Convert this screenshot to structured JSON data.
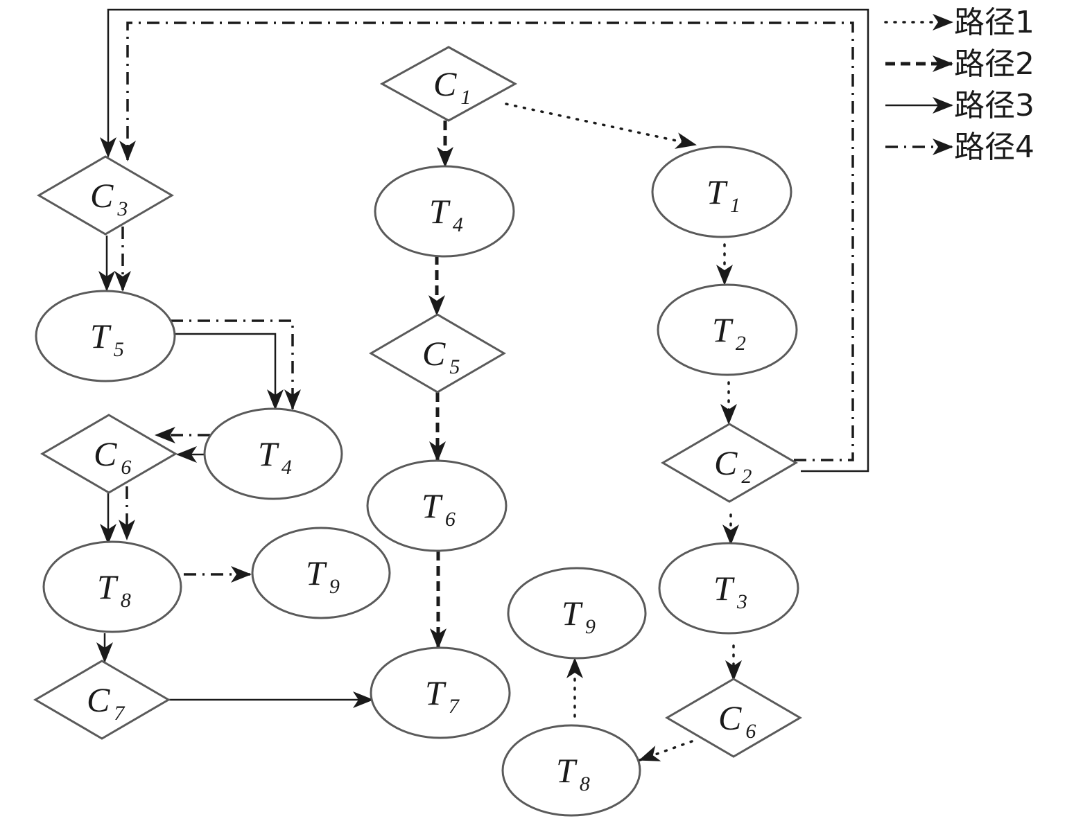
{
  "legend": [
    {
      "id": "p1",
      "label": "路径1",
      "style": "dotted"
    },
    {
      "id": "p2",
      "label": "路径2",
      "style": "dashed"
    },
    {
      "id": "p3",
      "label": "路径3",
      "style": "solid"
    },
    {
      "id": "p4",
      "label": "路径4",
      "style": "dashdot"
    }
  ],
  "nodes": [
    {
      "id": "C1",
      "shape": "diamond",
      "letter": "C",
      "sub": "1"
    },
    {
      "id": "T4b",
      "shape": "ellipse",
      "letter": "T",
      "sub": "4"
    },
    {
      "id": "C5",
      "shape": "diamond",
      "letter": "C",
      "sub": "5"
    },
    {
      "id": "T6",
      "shape": "ellipse",
      "letter": "T",
      "sub": "6"
    },
    {
      "id": "T7",
      "shape": "ellipse",
      "letter": "T",
      "sub": "7"
    },
    {
      "id": "T1",
      "shape": "ellipse",
      "letter": "T",
      "sub": "1"
    },
    {
      "id": "T2",
      "shape": "ellipse",
      "letter": "T",
      "sub": "2"
    },
    {
      "id": "C2",
      "shape": "diamond",
      "letter": "C",
      "sub": "2"
    },
    {
      "id": "T3",
      "shape": "ellipse",
      "letter": "T",
      "sub": "3"
    },
    {
      "id": "C6b",
      "shape": "diamond",
      "letter": "C",
      "sub": "6"
    },
    {
      "id": "T8b",
      "shape": "ellipse",
      "letter": "T",
      "sub": "8"
    },
    {
      "id": "T9b",
      "shape": "ellipse",
      "letter": "T",
      "sub": "9"
    },
    {
      "id": "C3",
      "shape": "diamond",
      "letter": "C",
      "sub": "3"
    },
    {
      "id": "T5",
      "shape": "ellipse",
      "letter": "T",
      "sub": "5"
    },
    {
      "id": "T4a",
      "shape": "ellipse",
      "letter": "T",
      "sub": "4"
    },
    {
      "id": "C6a",
      "shape": "diamond",
      "letter": "C",
      "sub": "6"
    },
    {
      "id": "T8a",
      "shape": "ellipse",
      "letter": "T",
      "sub": "8"
    },
    {
      "id": "T9a",
      "shape": "ellipse",
      "letter": "T",
      "sub": "9"
    },
    {
      "id": "C7",
      "shape": "diamond",
      "letter": "C",
      "sub": "7"
    }
  ],
  "edges": [
    {
      "id": "C1-T1",
      "path": "p1"
    },
    {
      "id": "T1-T2",
      "path": "p1"
    },
    {
      "id": "T2-C2",
      "path": "p1"
    },
    {
      "id": "C2-T3",
      "path": "p1"
    },
    {
      "id": "T3-C6b",
      "path": "p1"
    },
    {
      "id": "C6b-T8b",
      "path": "p1"
    },
    {
      "id": "T8b-T9b",
      "path": "p1"
    },
    {
      "id": "C1-T4b",
      "path": "p2"
    },
    {
      "id": "T4b-C5",
      "path": "p2"
    },
    {
      "id": "C5-T6",
      "path": "p2"
    },
    {
      "id": "T6-T7",
      "path": "p2"
    },
    {
      "id": "C2-C3",
      "path": "p3"
    },
    {
      "id": "C3-T5",
      "path": "p3"
    },
    {
      "id": "T5-T4a",
      "path": "p3"
    },
    {
      "id": "T4a-C6a",
      "path": "p3"
    },
    {
      "id": "C6a-T8a",
      "path": "p3"
    },
    {
      "id": "T8a-C7",
      "path": "p3"
    },
    {
      "id": "C7-T7",
      "path": "p3"
    },
    {
      "id": "C2-C3",
      "path": "p4"
    },
    {
      "id": "C3-T5",
      "path": "p4"
    },
    {
      "id": "T5-T4a",
      "path": "p4"
    },
    {
      "id": "T4a-C6a",
      "path": "p4"
    },
    {
      "id": "C6a-T8a",
      "path": "p4"
    },
    {
      "id": "T8a-T9a",
      "path": "p4"
    }
  ]
}
